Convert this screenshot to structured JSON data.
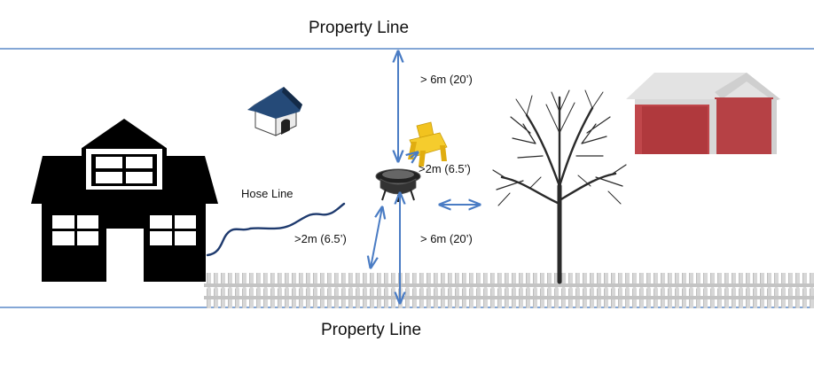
{
  "diagram": {
    "property_line_top": "Property Line",
    "property_line_bottom": "Property Line",
    "hose_label": "Hose Line",
    "dist_top": "> 6m (20’)",
    "dist_chair": ">2m (6.5’)",
    "dist_house": ">2m (6.5’)",
    "dist_bottom": "> 6m (20’)"
  },
  "colors": {
    "property_line": "#5b8ac8",
    "arrow": "#4a7cc4",
    "house": "#000000",
    "hose": "#1e3a6e",
    "shed_roof": "#e3e3e3",
    "shed_wall": "#c0474b",
    "chair": "#f2c31f",
    "fence": "#c9c9c9",
    "doghouse_roof": "#1e3a5f"
  },
  "icons": [
    "house-icon",
    "doghouse-icon",
    "chair-icon",
    "fire-pit-icon",
    "tree-icon",
    "shed-icon",
    "fence-icon"
  ]
}
